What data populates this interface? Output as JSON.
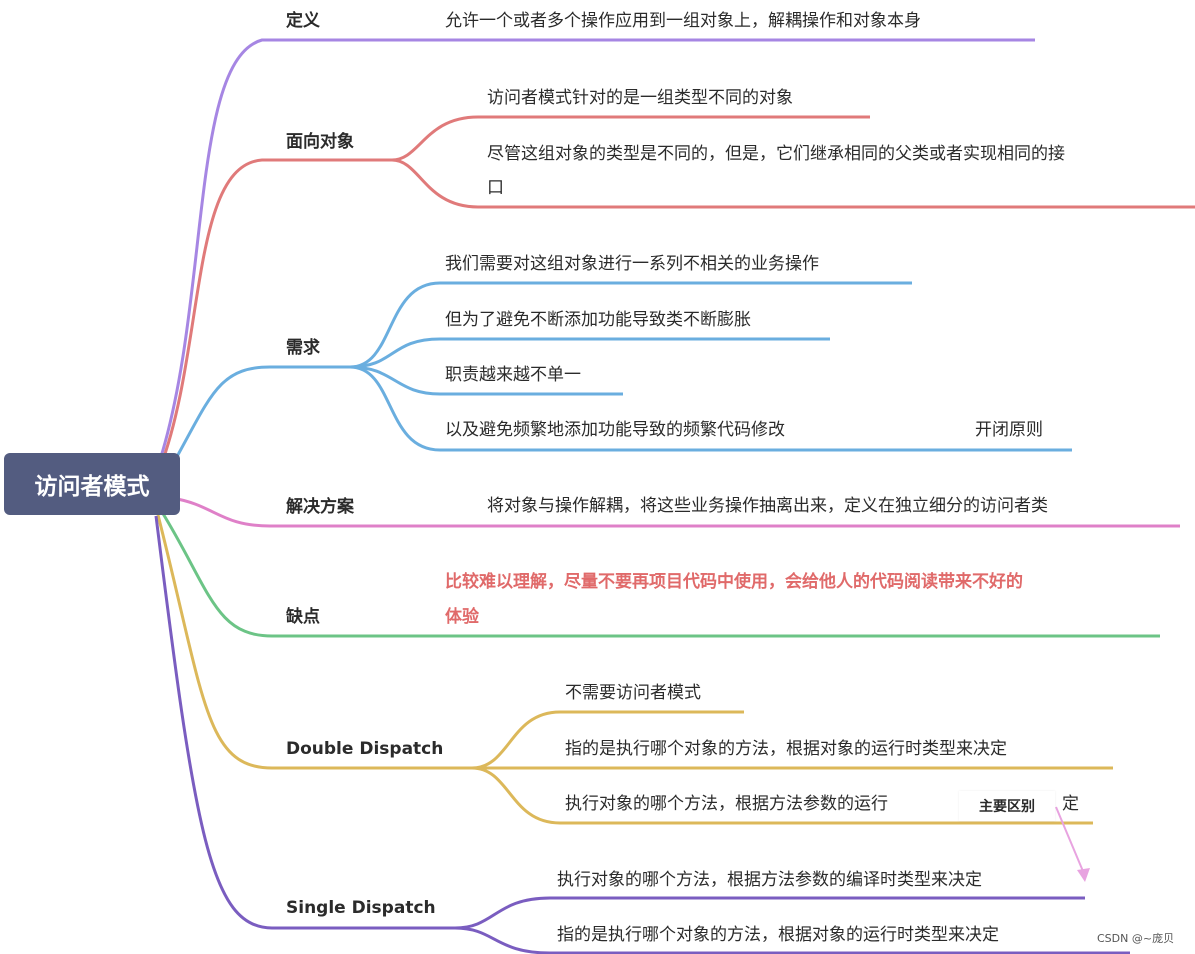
{
  "root": "访问者模式",
  "colors": {
    "purple": "#a686e3",
    "red": "#e07a7a",
    "blue": "#6aaedf",
    "pink": "#df80c8",
    "green": "#6cc486",
    "gold": "#dcb85a",
    "violet": "#7a5dc0",
    "root_bg": "#535c80"
  },
  "branches": {
    "definition": {
      "label": "定义",
      "text": "允许一个或者多个操作应用到一组对象上，解耦操作和对象本身"
    },
    "oop": {
      "label": "面向对象",
      "items": [
        "访问者模式针对的是一组类型不同的对象",
        "尽管这组对象的类型是不同的，但是，它们继承相同的父类或者实现相同的接",
        "口"
      ]
    },
    "needs": {
      "label": "需求",
      "items": [
        "我们需要对这组对象进行一系列不相关的业务操作",
        "但为了避免不断添加功能导致类不断膨胀",
        "职责越来越不单一",
        "以及避免频繁地添加功能导致的频繁代码修改"
      ],
      "extra": "开闭原则"
    },
    "solution": {
      "label": "解决方案",
      "text": "将对象与操作解耦，将这些业务操作抽离出来，定义在独立细分的访问者类"
    },
    "drawback": {
      "label": "缺点",
      "text": [
        "比较难以理解，尽量不要再项目代码中使用，会给他人的代码阅读带来不好的",
        "体验"
      ]
    },
    "double_dispatch": {
      "label": "Double Dispatch",
      "items": [
        "不需要访问者模式",
        "指的是执行哪个对象的方法，根据对象的运行时类型来决定",
        "执行对象的哪个方法，根据方法参数的运行时类型来决定"
      ],
      "item3_visible": "执行对象的哪个方法，根据方法参数的运行",
      "item3_tail": "定"
    },
    "single_dispatch": {
      "label": "Single Dispatch",
      "items": [
        "执行对象的哪个方法，根据方法参数的编译时类型来决定",
        "指的是执行哪个对象的方法，根据对象的运行时类型来决定"
      ]
    }
  },
  "annotation": "主要区别",
  "watermark": "CSDN @~庞贝"
}
